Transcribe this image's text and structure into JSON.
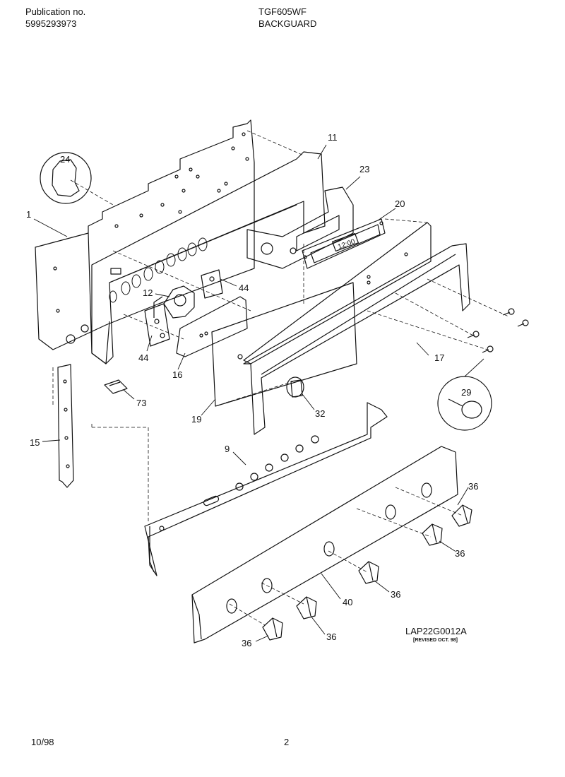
{
  "header": {
    "publication_label": "Publication no.",
    "publication_number": "5995293973",
    "model": "TGF605WF",
    "section": "BACKGUARD"
  },
  "diagram": {
    "code": "LAP22G0012A",
    "revised": "[REVISED OCT. 98]",
    "display_text": "12:00",
    "callouts": [
      "1",
      "24",
      "11",
      "23",
      "20",
      "12",
      "44",
      "44",
      "16",
      "17",
      "29",
      "73",
      "19",
      "32",
      "15",
      "9",
      "36",
      "36",
      "36",
      "40",
      "36",
      "36"
    ]
  },
  "footer": {
    "date": "10/98",
    "page": "2"
  }
}
